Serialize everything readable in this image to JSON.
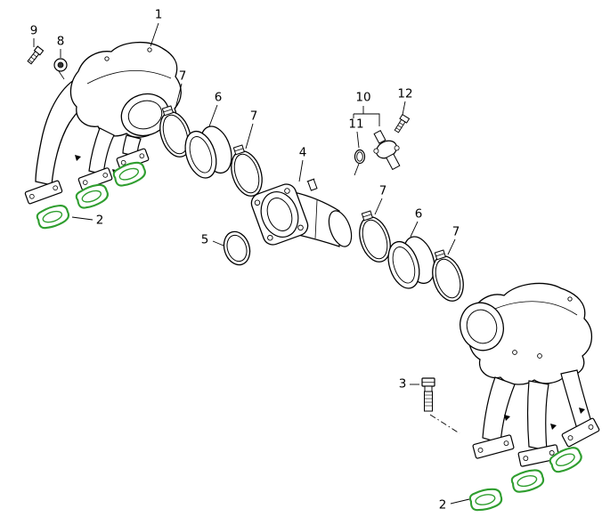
{
  "diagram": {
    "description": "Exploded parts diagram of an intake manifold assembly with numbered callouts",
    "colors": {
      "background": "#ffffff",
      "line": "#000000",
      "highlight_green": "#2f9e2f"
    },
    "highlighted_callout": "2",
    "callouts": [
      {
        "label": "1"
      },
      {
        "label": "9"
      },
      {
        "label": "8"
      },
      {
        "label": "7"
      },
      {
        "label": "6"
      },
      {
        "label": "7"
      },
      {
        "label": "4"
      },
      {
        "label": "10"
      },
      {
        "label": "11"
      },
      {
        "label": "12"
      },
      {
        "label": "2"
      },
      {
        "label": "5"
      },
      {
        "label": "7"
      },
      {
        "label": "6"
      },
      {
        "label": "7"
      },
      {
        "label": "3"
      },
      {
        "label": "2"
      }
    ]
  }
}
